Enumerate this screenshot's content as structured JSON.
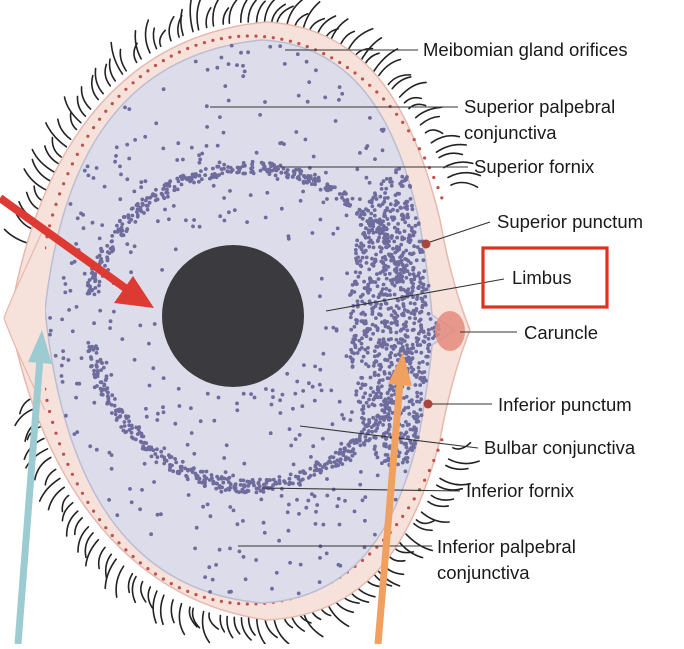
{
  "labels": {
    "meibomian": "Meibomian gland orifices",
    "sup_palp_1": "Superior palpebral",
    "sup_palp_2": "conjunctiva",
    "sup_fornix": "Superior fornix",
    "sup_punctum": "Superior punctum",
    "limbus": "Limbus",
    "caruncle": "Caruncle",
    "inf_punctum": "Inferior punctum",
    "bulbar": "Bulbar conjunctiva",
    "inf_fornix": "Inferior fornix",
    "inf_palp_1": "Inferior palpebral",
    "inf_palp_2": "conjunctiva"
  },
  "colors": {
    "conjunctiva_fill": "#dcdcea",
    "lid_rim": "#f6e1db",
    "dots": "#6e6c9c",
    "cornea": "#3b3a3e",
    "caruncle": "#e58b7c",
    "punctum": "#a9453c",
    "limbus_box": "#e0301e",
    "red_arrow": "#dc3a32",
    "teal_arrow": "#9cccd2",
    "orange_arrow": "#f0a060"
  },
  "icons": [
    "red-arrow-icon",
    "teal-arrow-icon",
    "orange-arrow-icon",
    "eyelash-icon"
  ]
}
